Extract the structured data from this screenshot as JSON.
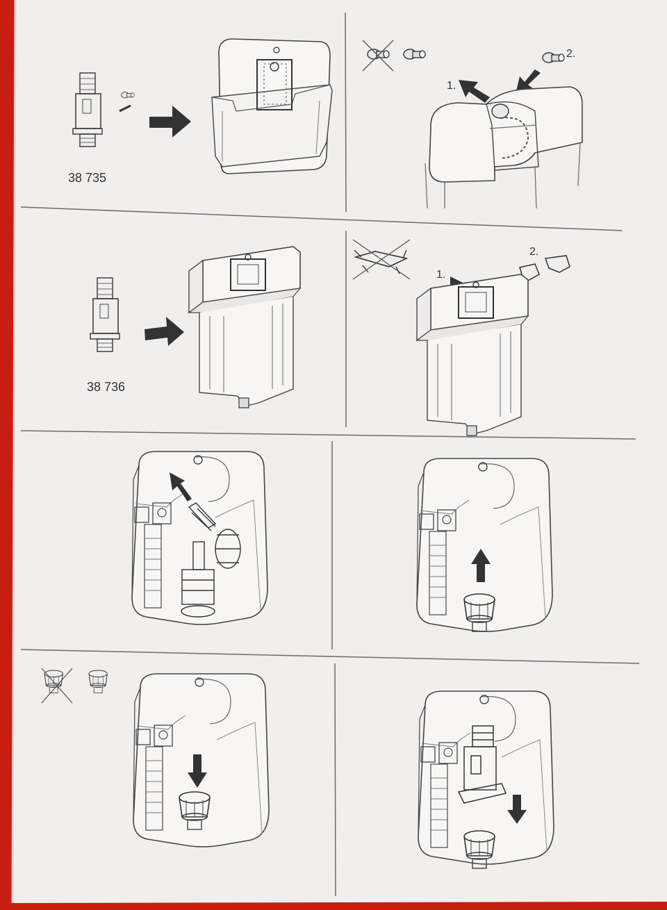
{
  "page": {
    "background": "#c81e12",
    "paper": "#f1efee",
    "ink": "#3a3a3a"
  },
  "panels": [
    {
      "id": "p1",
      "part_number": "38 735",
      "icons": [
        "flush-valve-38735",
        "screw-and-pin",
        "arrow-right",
        "cistern-front-plate"
      ]
    },
    {
      "id": "p2",
      "step1": "1.",
      "step2": "2.",
      "icons": [
        "crossed-out-screw",
        "screw",
        "screw-step2",
        "arrow-out",
        "arrow-in",
        "cistern-top"
      ]
    },
    {
      "id": "p3",
      "part_number": "38 736",
      "icons": [
        "flush-valve-38736",
        "arrow-right",
        "cistern-3d"
      ]
    },
    {
      "id": "p4",
      "step1": "1.",
      "step2": "2.",
      "icons": [
        "crossed-out-frame",
        "clips-step2",
        "arrow-out",
        "arrow-in",
        "cistern-3d"
      ]
    },
    {
      "id": "p5",
      "icons": [
        "cistern-open",
        "arrow-diagonal-up",
        "valve-removed"
      ]
    },
    {
      "id": "p6",
      "icons": [
        "cistern-open",
        "arrow-up",
        "basket-seal"
      ]
    },
    {
      "id": "p7",
      "icons": [
        "crossed-out-seal",
        "seal-ok",
        "cistern-open",
        "arrow-down",
        "new-seal"
      ]
    },
    {
      "id": "p8",
      "icons": [
        "cistern-open",
        "arrow-down",
        "flush-valve-insert",
        "basket-seal"
      ]
    }
  ]
}
